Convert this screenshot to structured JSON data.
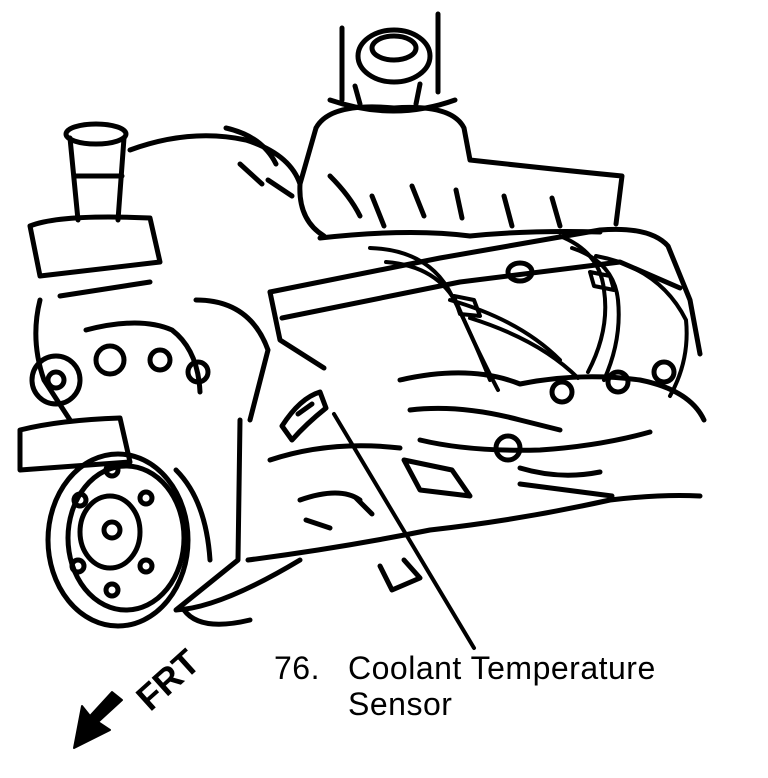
{
  "callout": {
    "number": "76.",
    "line1": "Coolant Temperature",
    "line2": "Sensor"
  },
  "direction_label": "FRT",
  "colors": {
    "ink": "#000000",
    "paper": "#ffffff"
  }
}
